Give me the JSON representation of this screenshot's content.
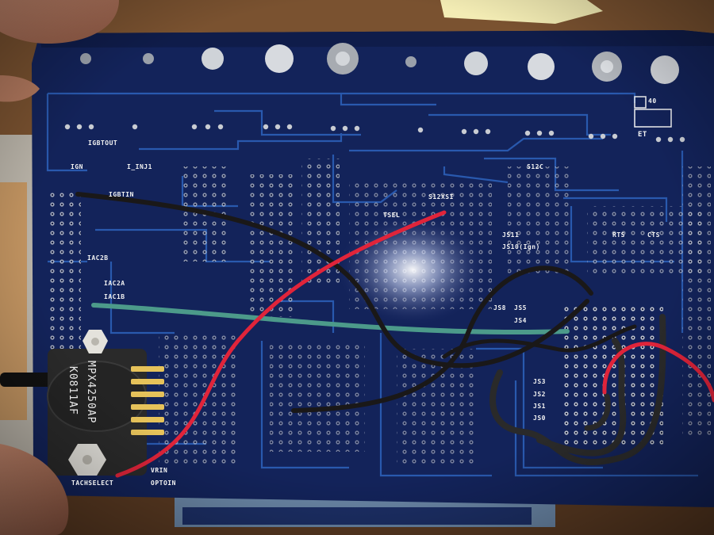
{
  "labels": {
    "igbtout": "IGBTOUT",
    "ign": "IGN",
    "i_inj1": "I_INJ1",
    "igbtin": "IGBTIN",
    "s12c": "S12C",
    "rts": "RTS",
    "cts": "CTS",
    "et": "ET",
    "num40": "40",
    "s12xsi": "S12XSI",
    "tsel": "TSEL",
    "js11": "JS11",
    "js10": "JS10(Ign)",
    "js8": "JS8",
    "js5": "JS5",
    "js4": "JS4",
    "js3": "JS3",
    "js2": "JS2",
    "js1": "JS1",
    "js0": "JS0",
    "iac2b": "IAC2B",
    "iac2a": "IAC2A",
    "iac1b": "IAC1B",
    "tachselect": "TACHSELECT",
    "vrin": "VRIN",
    "optoin": "OPTOIN"
  },
  "sensor": {
    "part_number": "MPX4250AP",
    "lot_code": "K0811AF"
  },
  "colors": {
    "pcb": "#13235a",
    "trace": "#2c5fb8",
    "solder": "#c9ccd2",
    "wire_black": "#1a1818",
    "wire_red": "#e0243a",
    "wire_green": "#4c9a8a",
    "sensor_body": "#2a2a2a",
    "table_wood": "#7a5230"
  },
  "icons": {
    "standoffs": "nylon-hex-standoff-icon",
    "screws": "mounting-screw-icon"
  }
}
